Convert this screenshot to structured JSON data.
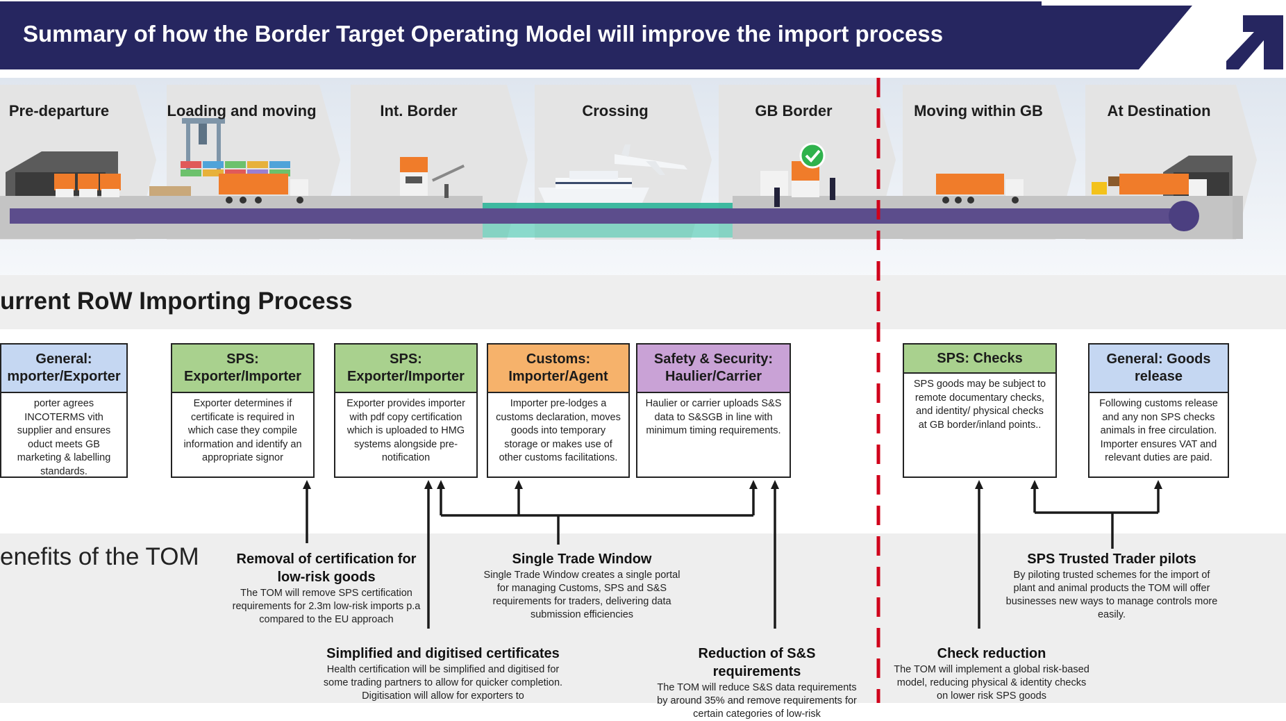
{
  "header": {
    "title": "Summary of how the Border Target Operating Model will improve the import process",
    "logo_icon": "arrow-up-right-icon",
    "colors": {
      "navy": "#262660",
      "white": "#ffffff"
    }
  },
  "journey": {
    "stages": [
      "Pre-departure",
      "Loading and moving",
      "Int. Border",
      "Crossing",
      "GB Border",
      "Moving within GB",
      "At Destination"
    ],
    "colors": {
      "track": "#5c4d8c",
      "road": "#c4c4c4",
      "water": "#36c4a8",
      "chevron": "#dcdcdc"
    }
  },
  "process": {
    "heading": "urrent RoW Importing Process",
    "boxes": [
      {
        "title": "General: mporter/Exporter",
        "body": "porter agrees INCOTERMS vith supplier and ensures oduct meets GB marketing & labelling standards."
      },
      {
        "title": "SPS: Exporter/Importer",
        "body": "Exporter determines if certificate is required in which case they compile information and identify an appropriate signor"
      },
      {
        "title": "SPS: Exporter/Importer",
        "body": "Exporter provides importer with pdf copy certification which is uploaded to HMG systems alongside pre-notification"
      },
      {
        "title": "Customs: Importer/Agent",
        "body": "Importer pre-lodges a customs declaration, moves goods into temporary storage or makes use of other customs facilitations."
      },
      {
        "title": "Safety & Security: Haulier/Carrier",
        "body": "Haulier or carrier uploads S&S data to S&SGB in line with minimum timing requirements."
      },
      {
        "title": "SPS: Checks",
        "body": "SPS goods may be subject to remote documentary checks, and identity/ physical checks at GB border/inland points.."
      },
      {
        "title": "General: Goods release",
        "body": "Following customs release and any non SPS checks animals in free circulation. Importer ensures VAT and relevant duties are paid."
      }
    ]
  },
  "benefits": {
    "heading": "enefits of the TOM",
    "items": [
      {
        "title": "Removal of certification for low-risk goods",
        "body": "The TOM will remove SPS certification requirements for 2.3m low-risk imports p.a compared to the EU approach"
      },
      {
        "title": "Single Trade Window",
        "body": "Single Trade Window creates a single portal for managing Customs, SPS and S&S requirements for traders, delivering data submission efficiencies"
      },
      {
        "title": "SPS Trusted Trader pilots",
        "body": "By piloting trusted schemes for the import of plant and animal products the TOM will offer businesses new ways to manage controls more easily."
      },
      {
        "title": "Simplified and digitised certificates",
        "body": "Health certification will be simplified and digitised for some trading partners  to allow for quicker completion. Digitisation will allow for exporters to"
      },
      {
        "title": "Reduction of S&S requirements",
        "body": "The TOM will reduce S&S data requirements by around 35% and remove requirements for certain categories of low-risk"
      },
      {
        "title": "Check reduction",
        "body": "The TOM will implement a global risk-based model, reducing physical & identity checks on lower risk SPS goods"
      }
    ]
  },
  "colors": {
    "green": "#a9d18e",
    "blue": "#c5d7f2",
    "orange": "#f6b26b",
    "purple": "#c9a2d6",
    "divider": "#d0021b",
    "band": "#eeeeee"
  }
}
